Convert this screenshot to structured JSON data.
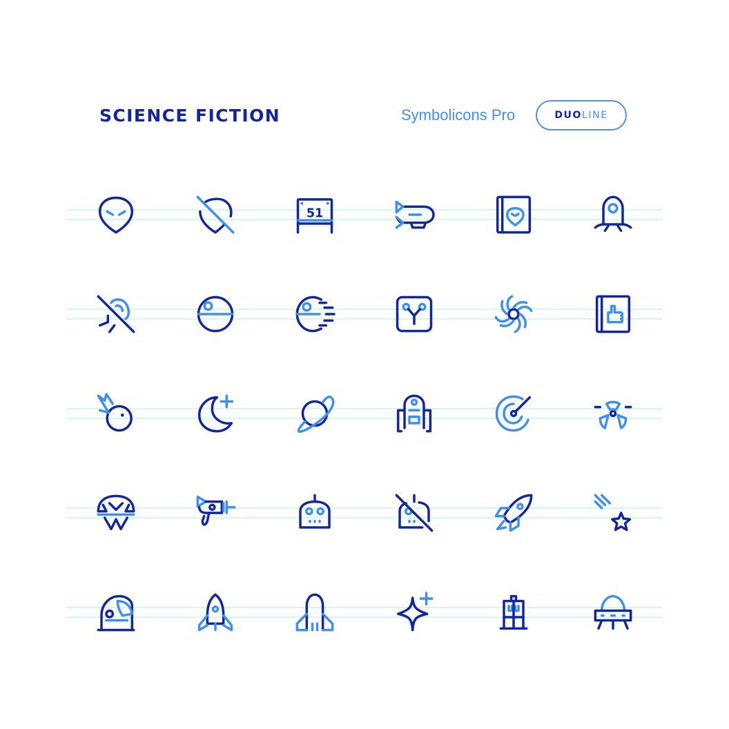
{
  "header": {
    "title": "SCIENCE FICTION",
    "brand": "Symbolicons Pro",
    "badge_part1": "DUO",
    "badge_part2": "LINE"
  },
  "colors": {
    "dark": "#1226a0",
    "light": "#3f8ff0",
    "guide": "#b9f2ee",
    "badge_border": "#4e90e8"
  },
  "icons": [
    "alien-icon",
    "no-alien-icon",
    "area-51-icon",
    "blimp-icon",
    "alien-book-icon",
    "one-eyed-alien-icon",
    "no-listening-icon",
    "death-star-icon",
    "death-star-speed-icon",
    "robot-face-icon",
    "black-hole-icon",
    "hand-book-icon",
    "meteor-icon",
    "moon-plus-icon",
    "planet-icon",
    "r2-robot-icon",
    "radar-icon",
    "radiation-icon",
    "radiation-split-icon",
    "ray-gun-icon",
    "robot-head-icon",
    "no-robot-icon",
    "rocket-launch-icon",
    "shooting-star-icon",
    "space-helmet-icon",
    "rocket-icon",
    "space-shuttle-icon",
    "sparkle-plus-icon",
    "tardis-icon",
    "ufo-icon"
  ]
}
